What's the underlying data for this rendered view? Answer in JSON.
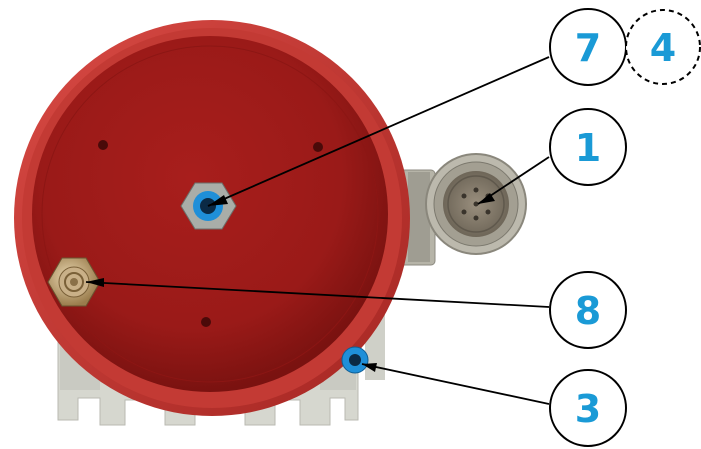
{
  "callouts": [
    {
      "id": "7",
      "label": "7",
      "style": "solid"
    },
    {
      "id": "4",
      "label": "4",
      "style": "dashed"
    },
    {
      "id": "1",
      "label": "1",
      "style": "solid"
    },
    {
      "id": "8",
      "label": "8",
      "style": "solid"
    },
    {
      "id": "3",
      "label": "3",
      "style": "solid"
    }
  ],
  "colors": {
    "body_red": "#b0201e",
    "body_red_dark": "#7e1412",
    "mount_grey": "#d8d9d2",
    "callout_text": "#1a9ad6",
    "callout_stroke": "#000000",
    "fitting_blue": "#1f8fd8"
  }
}
